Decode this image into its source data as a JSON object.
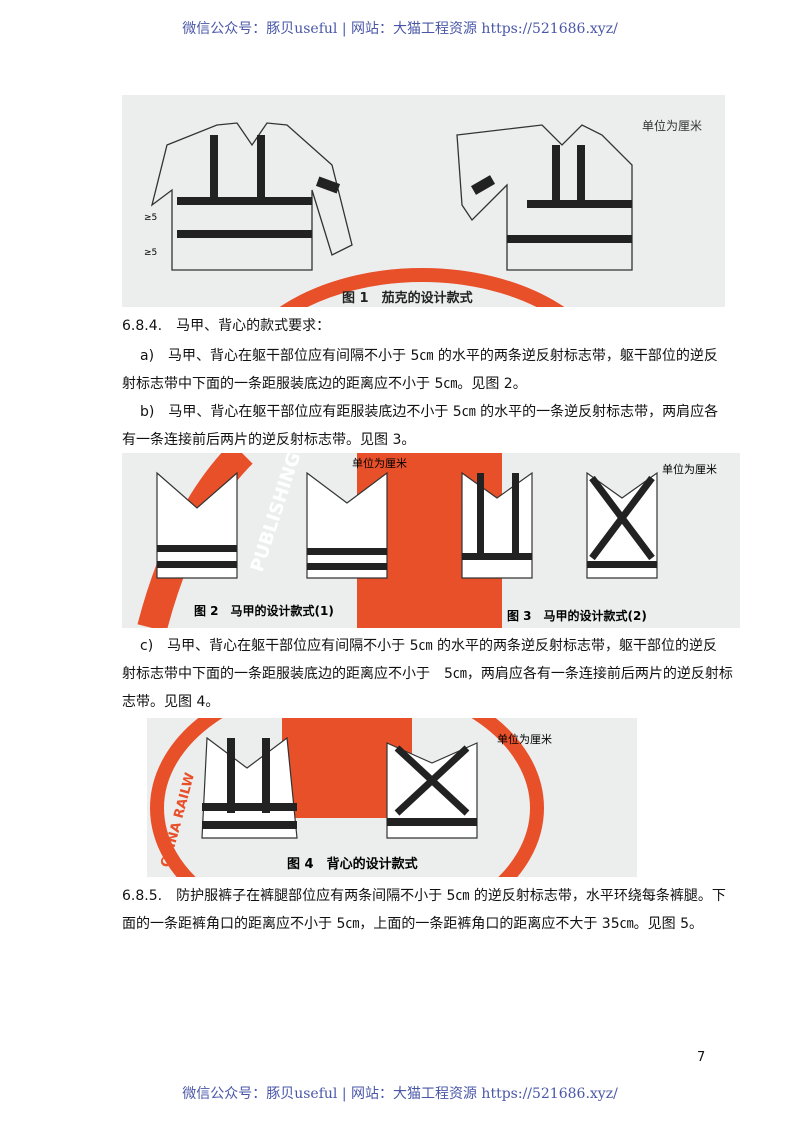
{
  "watermark": "微信公众号：豚贝useful | 网站：大猫工程资源 https://521686.xyz/",
  "figure1": {
    "unit": "单位为厘米",
    "caption": "图 1　茄克的设计款式",
    "dim1": "≥5",
    "dim2": "≥5"
  },
  "section_684": {
    "heading": "6.8.4.　马甲、背心的款式要求：",
    "a_line1": "a)　马甲、背心在躯干部位应有间隔不小于 5㎝ 的水平的两条逆反射标志带，躯干部位的逆反",
    "a_line2": "射标志带中下面的一条距服装底边的距离应不小于 5㎝。见图 2。",
    "b_line1": "b)　马甲、背心在躯干部位应有距服装底边不小于 5㎝ 的水平的一条逆反射标志带，两肩应各",
    "b_line2": "有一条连接前后两片的逆反射标志带。见图 3。"
  },
  "figure23": {
    "unit_left": "单位为厘米",
    "unit_right": "单位为厘米",
    "caption2": "图 2　马甲的设计款式(1)",
    "caption3": "图 3　马甲的设计款式(2)",
    "stamp_text": "PUBLISHING"
  },
  "section_c": {
    "line1": "c)　马甲、背心在躯干部位应有间隔不小于 5㎝ 的水平的两条逆反射标志带，躯干部位的逆反",
    "line2": "射标志带中下面的一条距服装底边的距离应不小于　5㎝，两肩应各有一条连接前后两片的逆反射标",
    "line3": "志带。见图 4。"
  },
  "figure4": {
    "unit": "单位为厘米",
    "caption": "图 4　背心的设计款式",
    "stamp_text": "CHINA RAILW"
  },
  "section_685": {
    "line1": "6.8.5.　防护服裤子在裤腿部位应有两条间隔不小于 5㎝ 的逆反射标志带，水平环绕每条裤腿。下",
    "line2": "面的一条距裤角口的距离应不小于 5㎝，上面的一条距裤角口的距离应不大于 35㎝。见图 5。"
  },
  "page_number": "7",
  "colors": {
    "watermark": "#4a57a8",
    "stamp": "#e8502a",
    "figure_bg": "#eceeee"
  }
}
